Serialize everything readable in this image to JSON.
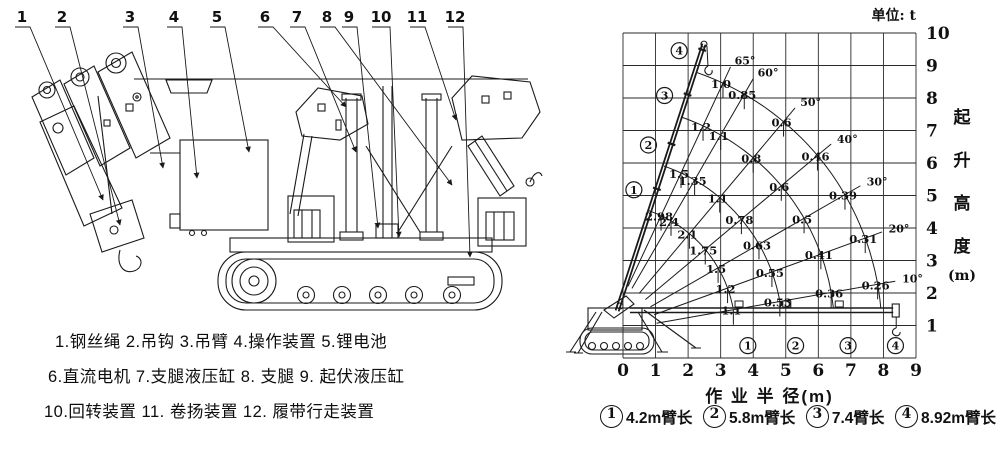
{
  "page": {
    "background": "#ffffff",
    "ink": "#1a1a1a"
  },
  "diagram": {
    "callouts": [
      "1",
      "2",
      "3",
      "4",
      "5",
      "6",
      "7",
      "8",
      "9",
      "10",
      "11",
      "12"
    ],
    "legend_lines": [
      "1.钢丝绳 2.吊钩 3.吊臂 4.操作装置 5.锂电池",
      "6.直流电机 7.支腿液压缸 8. 支腿 9. 起伏液压缸",
      "10.回转装置 11. 卷扬装置 12. 履带行走装置"
    ]
  },
  "chart_data": {
    "type": "line",
    "title": "单位: t",
    "unit_label": "单位: t",
    "xlabel": "作 业 半 径(m)",
    "ylabel": "起升高度(m)",
    "ylabel_main": "起升高度",
    "ylabel_unit": "(m)",
    "xlim": [
      0,
      9
    ],
    "ylim": [
      0,
      10
    ],
    "grid": true,
    "x_ticks": [
      "0",
      "1",
      "2",
      "3",
      "4",
      "5",
      "6",
      "7",
      "8",
      "9"
    ],
    "y_ticks": [
      "1",
      "2",
      "3",
      "4",
      "5",
      "6",
      "7",
      "8",
      "9",
      "10"
    ],
    "boom_angles_deg": [
      65,
      60,
      50,
      40,
      30,
      20,
      10
    ],
    "pivot": {
      "x": -0.5,
      "y": 0.8
    },
    "series": [
      {
        "mark": "1",
        "name": "4.2m臂长",
        "boom_length_m": 4.2,
        "plot_radius": 3.95,
        "capacities_t": [
          "2.98",
          "2.4",
          "2.1",
          "1.75",
          "1.5",
          "1.2",
          "1.1"
        ]
      },
      {
        "mark": "2",
        "name": "5.8m臂长",
        "boom_length_m": 5.8,
        "plot_radius": 5.4,
        "capacities_t": [
          "1.5",
          "1.35",
          "1.1",
          "0.78",
          "0.63",
          "0.55",
          "0.53"
        ]
      },
      {
        "mark": "3",
        "name": "7.4臂长",
        "boom_length_m": 7.4,
        "plot_radius": 7.0,
        "capacities_t": [
          "1.2",
          "1.1",
          "0.8",
          "0.6",
          "0.5",
          "0.41",
          "0.36"
        ]
      },
      {
        "mark": "4",
        "name": "8.92m臂长",
        "boom_length_m": 8.92,
        "plot_radius": 8.45,
        "capacities_t": [
          "1.0",
          "0.85",
          "0.6",
          "0.46",
          "0.39",
          "0.31",
          "0.26"
        ]
      }
    ],
    "legend": [
      {
        "num": "1",
        "label": "4.2m臂长"
      },
      {
        "num": "2",
        "label": "5.8m臂长"
      },
      {
        "num": "3",
        "label": "7.4臂长"
      },
      {
        "num": "4",
        "label": "8.92m臂长"
      }
    ]
  }
}
